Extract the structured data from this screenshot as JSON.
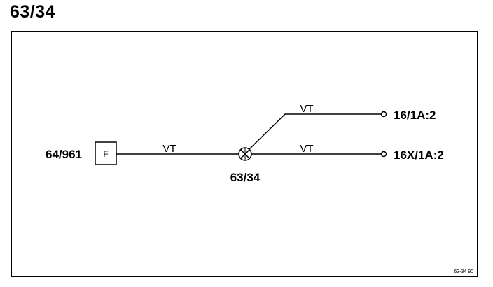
{
  "page": {
    "title": "63/34"
  },
  "diagram": {
    "source_connector": {
      "label": "64/961",
      "box_letter": "F"
    },
    "component": {
      "label": "63/34"
    },
    "wires": [
      {
        "color_label": "VT",
        "from": "64/961",
        "to": "63/34"
      },
      {
        "color_label": "VT",
        "from": "63/34",
        "to": "16/1A:2"
      },
      {
        "color_label": "VT",
        "from": "63/34",
        "to": "16X/1A:2"
      }
    ],
    "terminals": [
      {
        "label": "16/1A:2"
      },
      {
        "label": "16X/1A:2"
      }
    ],
    "reference_code": "63-34 90"
  }
}
